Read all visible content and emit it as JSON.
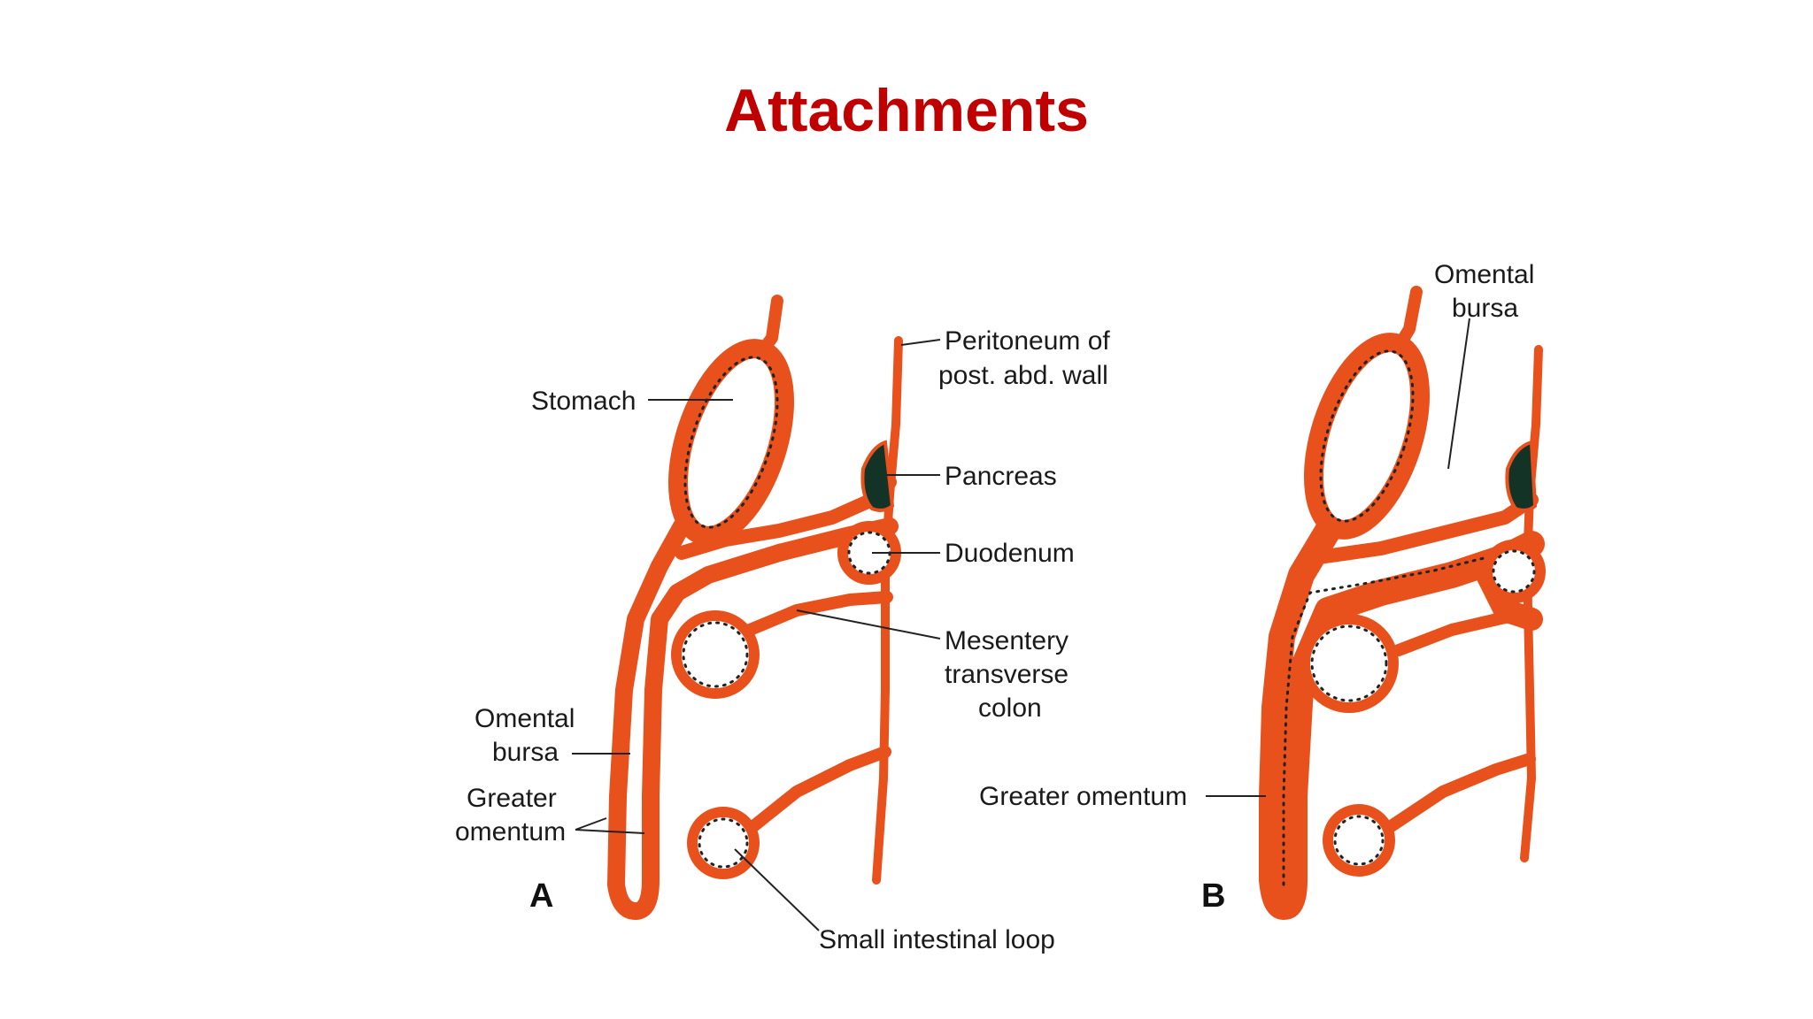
{
  "slide": {
    "title": "Attachments"
  },
  "panel_a": {
    "label": "A",
    "labels": {
      "stomach": "Stomach",
      "peritoneum_line1": "Peritoneum of",
      "peritoneum_line2": "post. abd. wall",
      "pancreas": "Pancreas",
      "duodenum": "Duodenum",
      "mesentery_line1": "Mesentery",
      "mesentery_line2": "transverse",
      "mesentery_line3": "colon",
      "omental_bursa_line1": "Omental",
      "omental_bursa_line2": "bursa",
      "greater_omentum_line1": "Greater",
      "greater_omentum_line2": "omentum",
      "small_intestinal_loop": "Small intestinal loop"
    }
  },
  "panel_b": {
    "label": "B",
    "labels": {
      "omental_bursa_line1": "Omental",
      "omental_bursa_line2": "bursa",
      "greater_omentum": "Greater omentum"
    }
  },
  "colors": {
    "title": "#c00000",
    "tissue": "#e8501c",
    "pancreas": "#123326"
  }
}
